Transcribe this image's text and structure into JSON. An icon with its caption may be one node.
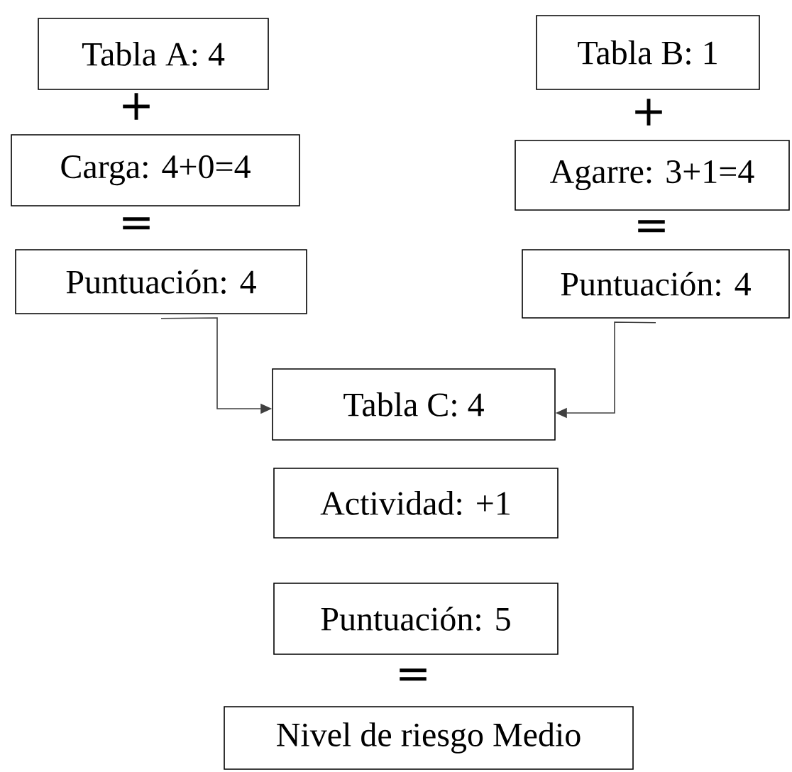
{
  "diagram": {
    "nodes": [
      {
        "text": [
          "Tabla A: 4"
        ]
      },
      {
        "text": [
          "Carga: 4+0=4"
        ]
      },
      {
        "text": [
          "Puntuación: 4"
        ]
      },
      {
        "text": [
          "Tabla B: 1"
        ]
      },
      {
        "text": [
          "Agarre: 3+1=4"
        ]
      },
      {
        "text": [
          "Puntuación: 4"
        ]
      },
      {
        "text": [
          "Tabla C: 4"
        ]
      },
      {
        "text": [
          "Actividad: +1"
        ]
      },
      {
        "text": [
          "Puntuación: 5"
        ]
      },
      {
        "text": [
          "Nivel de riesgo Medio"
        ]
      }
    ],
    "edges": [
      {
        "from": 2,
        "to": 6,
        "arrow": "to"
      },
      {
        "from": 5,
        "to": 6,
        "arrow": "to"
      }
    ],
    "labels": [
      "+",
      "+",
      "=",
      "=",
      "="
    ]
  }
}
